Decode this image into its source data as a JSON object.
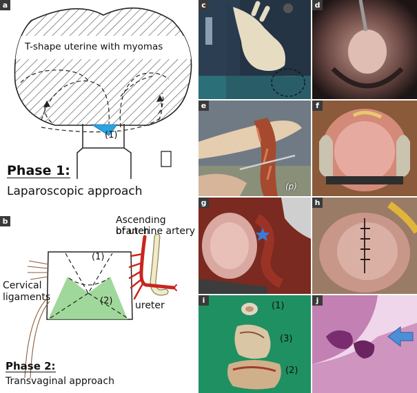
{
  "panels": {
    "a": {
      "letter": "a",
      "diagram_label": "T-shape uterine with myomas",
      "segment_label": "(1)",
      "phase_title": "Phase 1:",
      "phase_subtitle": "Laparoscopic approach"
    },
    "b": {
      "letter": "b",
      "artery_label_line1": "Ascending branch",
      "artery_label_line2": "of uterine artery",
      "segment1_label": "(1)",
      "segment2_label": "(2)",
      "cervical_label_line1": "Cervical",
      "cervical_label_line2": "ligaments",
      "ureter_label": "ureter",
      "phase_title": "Phase 2:",
      "phase_subtitle": "Transvaginal approach"
    },
    "c": {
      "letter": "c"
    },
    "d": {
      "letter": "d"
    },
    "e": {
      "letter": "e",
      "overlay_label": "(p)"
    },
    "f": {
      "letter": "f"
    },
    "g": {
      "letter": "g"
    },
    "h": {
      "letter": "h"
    },
    "i": {
      "letter": "i",
      "specimen_labels": [
        "(1)",
        "(3)",
        "(2)"
      ]
    },
    "j": {
      "letter": "j"
    }
  },
  "colors": {
    "panel_letter_bg": "#3a3a3a",
    "hatch": "#555555",
    "segment_blue": "#2aa4e0",
    "segment_green": "#8fd088",
    "artery_red": "#c8261e",
    "ureter_cream": "#f1eac6",
    "arrow_blue": "#4d8fd6"
  }
}
